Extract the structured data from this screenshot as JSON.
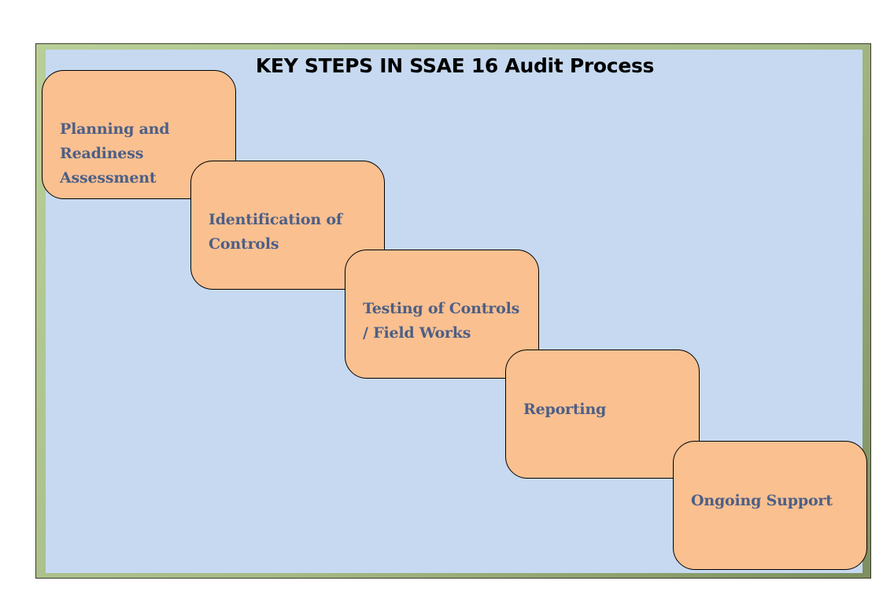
{
  "diagram": {
    "title": "KEY STEPS IN SSAE 16 Audit Process",
    "steps": [
      {
        "label": "Planning and\nReadiness\nAssessment"
      },
      {
        "label": "Identification of\nControls"
      },
      {
        "label": "Testing of Controls\n/ Field Works"
      },
      {
        "label": "Reporting"
      },
      {
        "label": "Ongoing Support"
      }
    ],
    "colors": {
      "background_panel": "#c6d9f0",
      "frame": "#a6bb86",
      "step_fill": "#fac090",
      "step_text": "#4d5f86",
      "title_text": "#000000"
    }
  }
}
